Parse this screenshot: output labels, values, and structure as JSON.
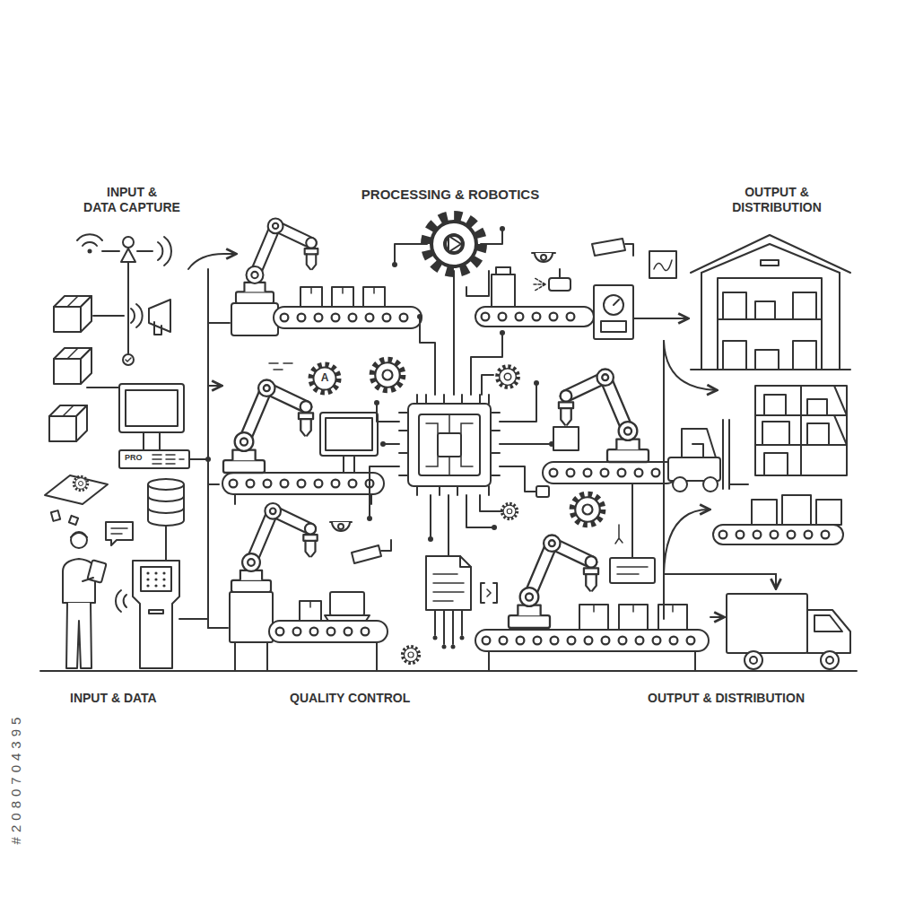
{
  "diagram": {
    "labels": [
      "INPUT & DATA CAPTURE",
      "PROCESSING & ROBOTICS",
      "OUTPUT & DISTRIBUTION",
      "A",
      "PRO",
      "INPUT & DATA",
      "QUALITY CONTROL",
      "OUTPUT & DISTRIBUTION",
      "#2080704395"
    ]
  }
}
